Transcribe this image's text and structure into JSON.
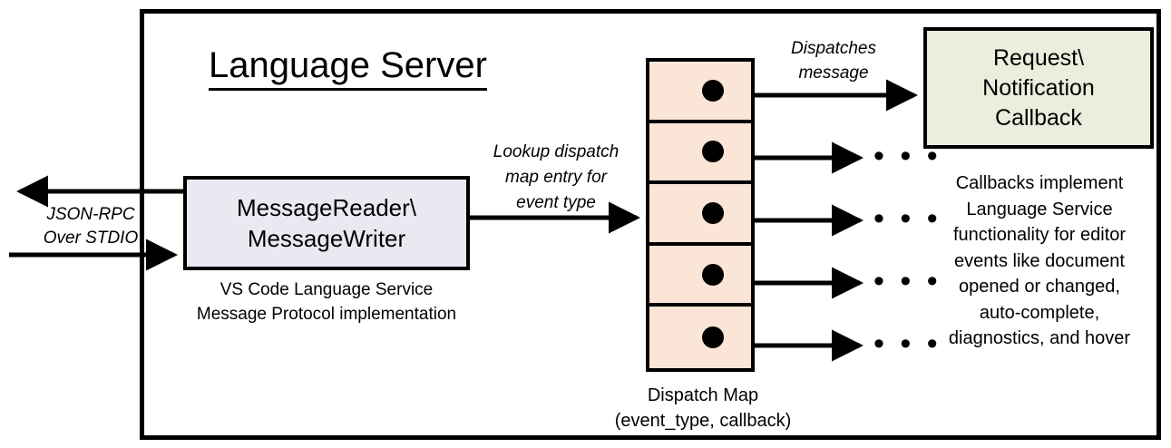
{
  "diagram": {
    "title": "Language Server",
    "container_name": "Language Server boundary"
  },
  "message_io": {
    "box_label_line1": "MessageReader\\",
    "box_label_line2": "MessageWriter",
    "caption_line1": "VS Code Language Service",
    "caption_line2": "Message Protocol implementation",
    "transport_label_line1": "JSON-RPC",
    "transport_label_line2": "Over STDIO",
    "box_fill": "#EAE9F2"
  },
  "edges": {
    "lookup_line1": "Lookup dispatch",
    "lookup_line2": "map entry for",
    "lookup_line3": "event type",
    "dispatches_line1": "Dispatches",
    "dispatches_line2": "message",
    "ellipsis": "• • •"
  },
  "dispatch_map": {
    "caption_line1": "Dispatch Map",
    "caption_line2": "(event_type, callback)",
    "fill": "#FBE5D6",
    "row_count": 5,
    "rows": [
      {
        "index": 1,
        "marker": "callback-dot",
        "target": "Request\\Notification Callback"
      },
      {
        "index": 2,
        "marker": "callback-dot",
        "target": "• • •"
      },
      {
        "index": 3,
        "marker": "callback-dot",
        "target": "• • •"
      },
      {
        "index": 4,
        "marker": "callback-dot",
        "target": "• • •"
      },
      {
        "index": 5,
        "marker": "callback-dot",
        "target": "• • •"
      }
    ]
  },
  "callback": {
    "box_label_line1": "Request\\",
    "box_label_line2": "Notification",
    "box_label_line3": "Callback",
    "box_fill": "#E9EEDD",
    "caption_line1": "Callbacks implement",
    "caption_line2": "Language Service",
    "caption_line3": "functionality for editor",
    "caption_line4": "events like document",
    "caption_line5": "opened or changed,",
    "caption_line6": "auto-complete,",
    "caption_line7": "diagnostics, and hover"
  },
  "colors": {
    "stroke": "#000000",
    "background": "#FFFFFF"
  }
}
